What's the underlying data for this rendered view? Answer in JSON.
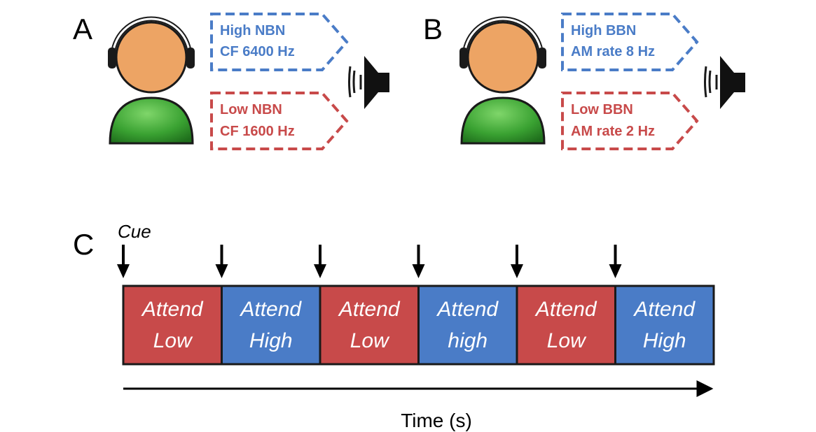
{
  "colors": {
    "blue": "#4a7cc7",
    "red": "#c84a4a",
    "skin": "#eda464",
    "body_green": "#3aa232",
    "segment_border": "#1a1a1a"
  },
  "panel_a": {
    "letter": "A",
    "high": {
      "line1": "High NBN",
      "line2": "CF 6400 Hz"
    },
    "low": {
      "line1": "Low NBN",
      "line2": "CF 1600 Hz"
    }
  },
  "panel_b": {
    "letter": "B",
    "high": {
      "line1": "High BBN",
      "line2": "AM rate 8 Hz"
    },
    "low": {
      "line1": "Low BBN",
      "line2": "AM rate 2 Hz"
    }
  },
  "panel_c": {
    "letter": "C",
    "cue_label": "Cue",
    "segments": [
      {
        "line1": "Attend",
        "line2": "Low",
        "color": "red"
      },
      {
        "line1": "Attend",
        "line2": "High",
        "color": "blue"
      },
      {
        "line1": "Attend",
        "line2": "Low",
        "color": "red"
      },
      {
        "line1": "Attend",
        "line2": "high",
        "color": "blue"
      },
      {
        "line1": "Attend",
        "line2": "Low",
        "color": "red"
      },
      {
        "line1": "Attend",
        "line2": "High",
        "color": "blue"
      }
    ],
    "axis_label": "Time (s)"
  },
  "icons": {
    "listener": "person-with-headphones-icon",
    "speaker": "loudspeaker-icon",
    "cue_marker": "down-arrow-icon"
  }
}
